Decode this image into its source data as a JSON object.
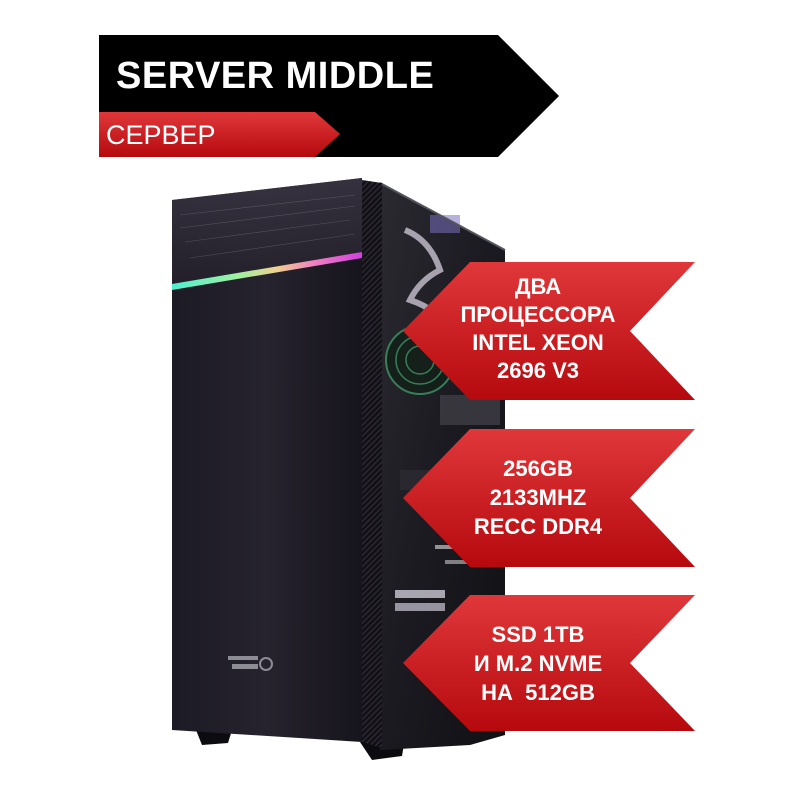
{
  "header": {
    "title": "SERVER MIDDLE",
    "subtitle": "СЕРВЕР",
    "colors": {
      "black_banner": "#000000",
      "red_banner": "#d42a2e"
    }
  },
  "product": {
    "type": "pc-tower-case",
    "front_logo_icon": "brand-logo-icon",
    "led_strip_colors": [
      "#4ef0d0",
      "#e8f080",
      "#f080c0",
      "#d040e0"
    ]
  },
  "specs": [
    {
      "lines": [
        "ДВА",
        "ПРОЦЕССОРА",
        "INTEL XEON",
        "2696 V3"
      ]
    },
    {
      "lines": [
        "256GB",
        "2133MHZ",
        "RECC DDR4"
      ]
    },
    {
      "lines": [
        "SSD 1TB",
        "И M.2 NVME",
        "НА  512GB"
      ]
    }
  ],
  "colors": {
    "accent_red": "#d42a2e",
    "accent_red_dark": "#b5090e",
    "background": "#ffffff"
  }
}
